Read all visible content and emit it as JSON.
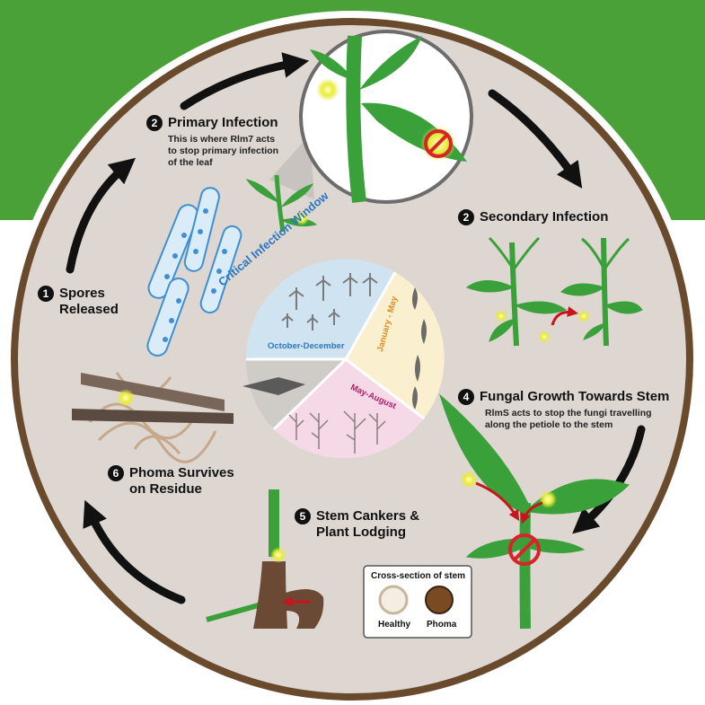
{
  "colors": {
    "band": "#4aa138",
    "circle_fill": "#ddd6d1",
    "ring": "#ffffff",
    "plant_green": "#3aa03a",
    "spore_blue": "#3e8fd4",
    "oct_dec": "#cfe3f1",
    "jan_may": "#faf0cf",
    "may_aug": "#f5d9e6",
    "residue_grey": "#cfcbc7",
    "stop_red": "#d92328",
    "infection_yellow": "#f2f06b"
  },
  "steps": {
    "spores": {
      "number": "1",
      "title_line1": "Spores",
      "title_line2": "Released"
    },
    "primary": {
      "number": "2",
      "title": "Primary Infection",
      "note_line1": "This is where Rlm7 acts",
      "note_line2": "to stop primary infection",
      "note_line3": "of the leaf"
    },
    "secondary": {
      "number": "2",
      "title": "Secondary Infection"
    },
    "fungal": {
      "number": "4",
      "title": "Fungal Growth Towards Stem",
      "note_line1": "RlmS acts to stop the fungi travelling",
      "note_line2": "along the petiole to the stem"
    },
    "cankers": {
      "number": "5",
      "title_line1": "Stem Cankers &",
      "title_line2": "Plant Lodging"
    },
    "residue": {
      "number": "6",
      "title_line1": "Phoma Survives",
      "title_line2": "on Residue"
    }
  },
  "window": {
    "title": "Critical Infection Window",
    "oct_dec": "October-December",
    "jan_may": "January - May",
    "may_aug": "May-August"
  },
  "cross_section": {
    "title": "Cross-section of stem",
    "healthy": "Healthy",
    "phoma": "Phoma"
  }
}
